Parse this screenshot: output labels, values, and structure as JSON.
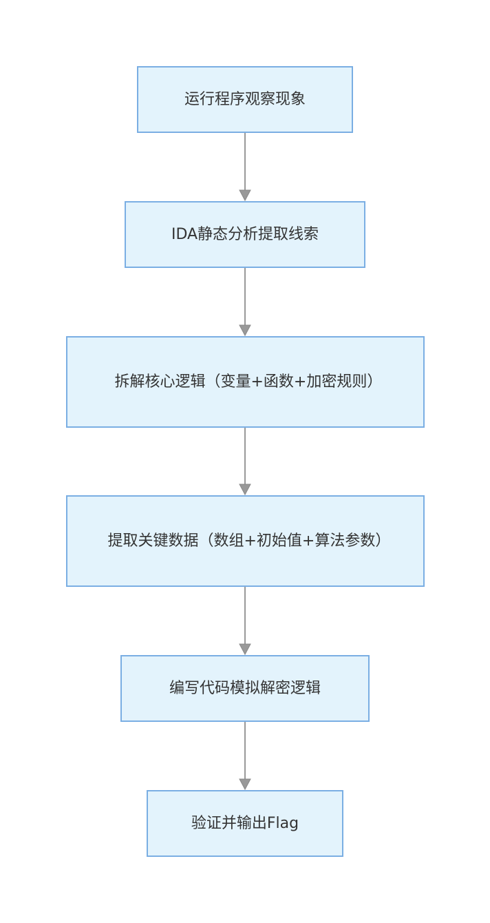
{
  "diagram": {
    "nodes": [
      {
        "id": "step-1",
        "label": "运行程序观察现象"
      },
      {
        "id": "step-2",
        "label": "IDA静态分析提取线索"
      },
      {
        "id": "step-3",
        "label": "拆解核心逻辑（变量+函数+加密规则）"
      },
      {
        "id": "step-4",
        "label": "提取关键数据（数组+初始值+算法参数）"
      },
      {
        "id": "step-5",
        "label": "编写代码模拟解密逻辑"
      },
      {
        "id": "step-6",
        "label": "验证并输出Flag"
      }
    ],
    "edges": [
      {
        "from": "step-1",
        "to": "step-2"
      },
      {
        "from": "step-2",
        "to": "step-3"
      },
      {
        "from": "step-3",
        "to": "step-4"
      },
      {
        "from": "step-4",
        "to": "step-5"
      },
      {
        "from": "step-5",
        "to": "step-6"
      }
    ],
    "colors": {
      "node_fill": "#e3f3fc",
      "node_border": "#7aaee3",
      "edge": "#999999",
      "text": "#333333"
    }
  }
}
